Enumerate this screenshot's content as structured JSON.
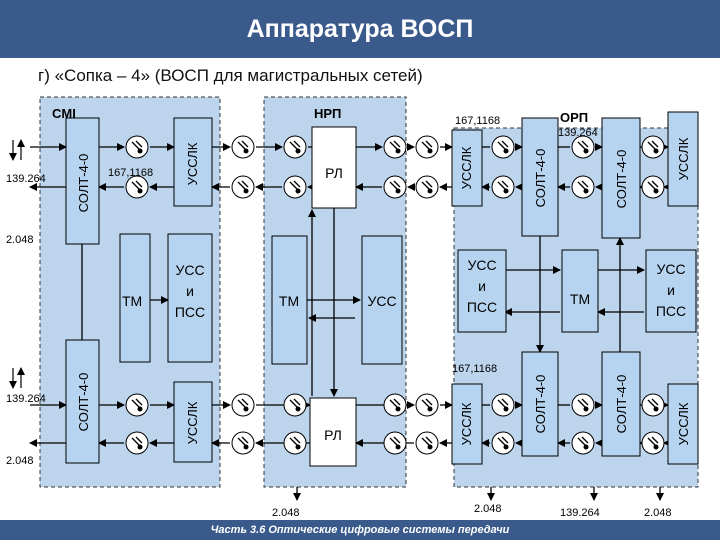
{
  "header": {
    "title": "Аппаратура ВОСП"
  },
  "subtitle": "г) «Сопка – 4» (ВОСП  для магистральных сетей)",
  "footer": "Часть 3.6 Оптические цифровые системы передачи",
  "sections": {
    "cmi": "CMI",
    "nrp": "НРП",
    "orp": "ОРП"
  },
  "blocks": {
    "solt": "СОЛТ-4-0",
    "ussk": "УССЛК",
    "rl": "РЛ",
    "tm": "ТМ",
    "uss": "УСС",
    "uss_i_pss": [
      "УСС",
      "и",
      "ПСС"
    ]
  },
  "labels": {
    "rate_139": "139.264",
    "rate_2048": "2.048",
    "rate_167": "167,1168"
  },
  "colors": {
    "panel": "#bcd4ec",
    "block": "#b6d4f0",
    "header": "#3a5a8c"
  }
}
